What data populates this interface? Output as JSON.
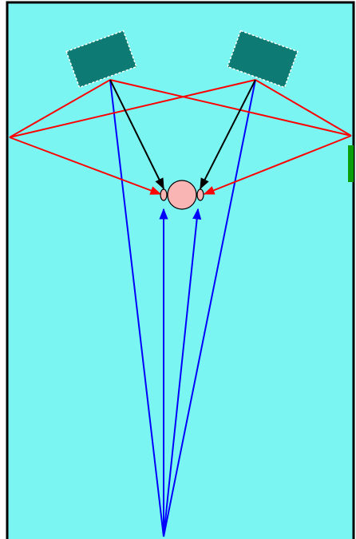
{
  "colors": {
    "room_fill": "#7af5f2",
    "room_border": "#000000",
    "speaker_fill": "#0d7a73",
    "speaker_border": "#ffffff",
    "head_fill": "#f9b4b4",
    "head_stroke": "#000000",
    "direct_path": "#000000",
    "side_reflection": "#ff0000",
    "rear_reflection": "#0000ff",
    "wall_marker": "#0a9e0a"
  },
  "elements": {
    "room": "listening-room",
    "speakers": [
      "left-speaker",
      "right-speaker"
    ],
    "listener": "listener-head",
    "wall_marker": "right-wall-marker"
  }
}
